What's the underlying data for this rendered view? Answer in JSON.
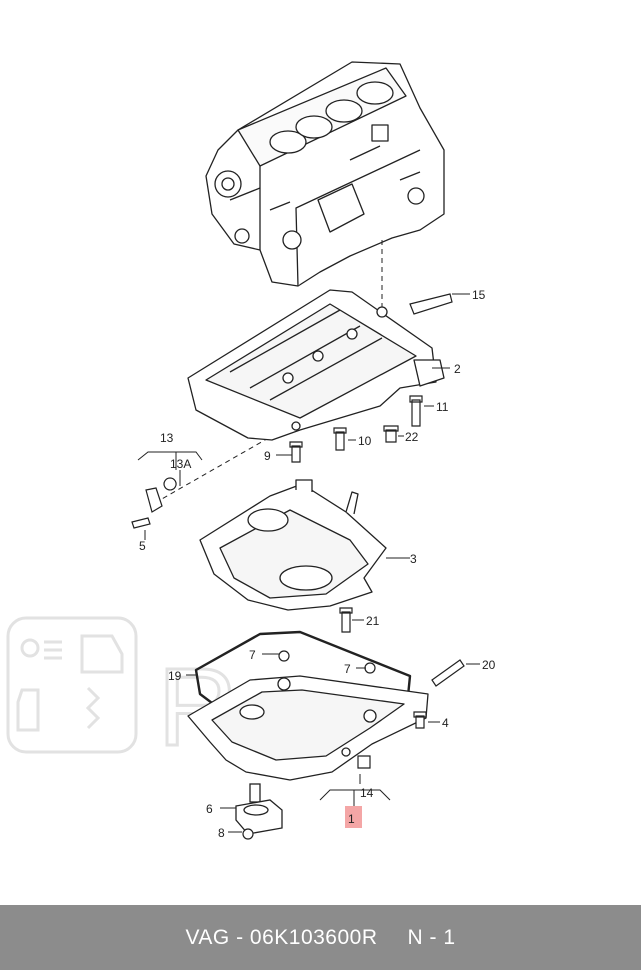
{
  "parts": {
    "p1": "1",
    "p2": "2",
    "p3": "3",
    "p4": "4",
    "p5": "5",
    "p6": "6",
    "p7a": "7",
    "p7b": "7",
    "p8": "8",
    "p9": "9",
    "p10": "10",
    "p11": "11",
    "p13": "13",
    "p13a": "13A",
    "p14": "14",
    "p15": "15",
    "p19": "19",
    "p20": "20",
    "p21": "21",
    "p22": "22"
  },
  "watermark": {
    "text": "R.ru"
  },
  "footer": {
    "part_code": "VAG - 06K103600R",
    "position": "N - 1"
  },
  "colors": {
    "footer_bg": "#8c8c8c",
    "highlight": "#f4a6a6",
    "line": "#222222",
    "watermark": "#e2e2e2"
  }
}
